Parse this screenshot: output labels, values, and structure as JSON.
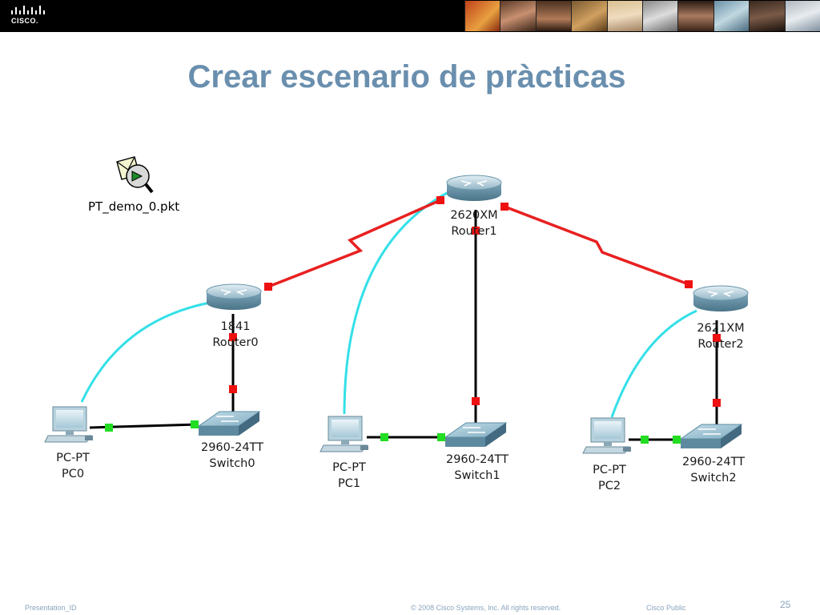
{
  "slide": {
    "title": "Crear escenario de pràcticas",
    "logo_text": "CISCO.",
    "page_number": "25"
  },
  "file": {
    "name": "PT_demo_0.pkt"
  },
  "devices": {
    "router0": {
      "model": "1841",
      "name": "Router0"
    },
    "router1": {
      "model": "2620XM",
      "name": "Router1"
    },
    "router2": {
      "model": "2621XM",
      "name": "Router2"
    },
    "switch0": {
      "model": "2960-24TT",
      "name": "Switch0"
    },
    "switch1": {
      "model": "2960-24TT",
      "name": "Switch1"
    },
    "switch2": {
      "model": "2960-24TT",
      "name": "Switch2"
    },
    "pc0": {
      "model": "PC-PT",
      "name": "PC0"
    },
    "pc1": {
      "model": "PC-PT",
      "name": "PC1"
    },
    "pc2": {
      "model": "PC-PT",
      "name": "PC2"
    }
  },
  "footer": {
    "presentation_id": "Presentation_ID",
    "copyright": "© 2008 Cisco Systems, Inc. All rights reserved.",
    "classification": "Cisco Public"
  },
  "colors": {
    "serial_link": "#e82020",
    "console_link": "#33e0e8",
    "ethernet_link": "#000000",
    "link_up": "#22dd22",
    "link_down": "#ee1111",
    "title": "#6a8fae"
  }
}
